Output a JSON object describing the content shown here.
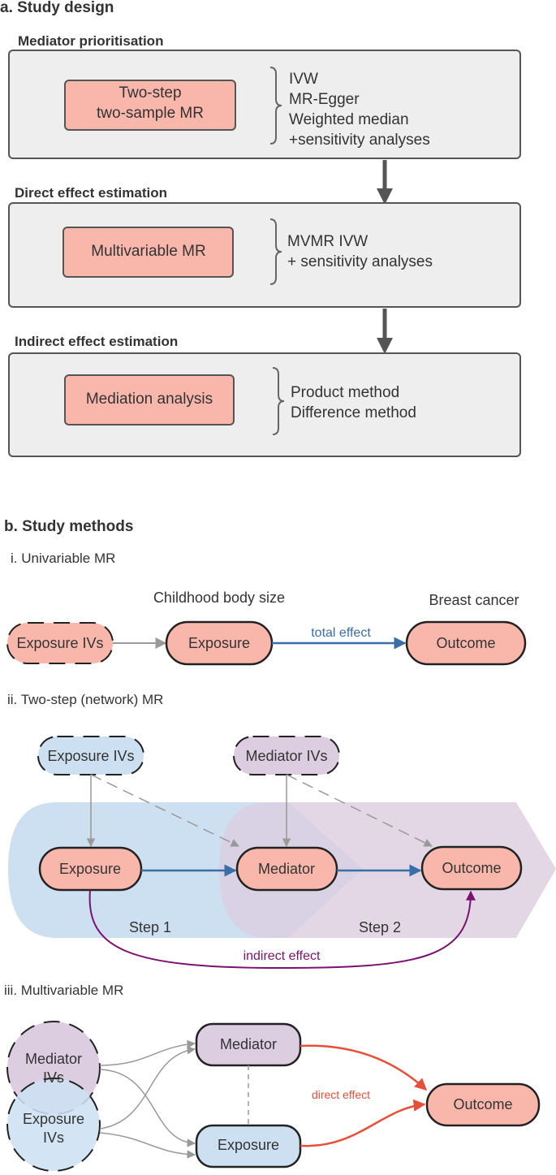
{
  "colors": {
    "salmon": "#f9b7ac",
    "panel": "#eeeeee",
    "blue_light": "#cde0f2",
    "purple_light": "#dccde0",
    "total_effect": "#3a6ea8",
    "indirect_effect": "#7c1170",
    "direct_effect": "#e84f38",
    "grey_arrow": "#999999"
  },
  "section_a": {
    "title": "a. Study design",
    "panels": [
      {
        "heading": "Mediator prioritisation",
        "box_lines": [
          "Two-step",
          "two-sample MR"
        ],
        "methods": [
          "IVW",
          "MR-Egger",
          "Weighted median",
          "+sensitivity analyses"
        ]
      },
      {
        "heading": "Direct effect estimation",
        "box_lines": [
          "Multivariable MR"
        ],
        "methods": [
          "MVMR IVW",
          "+ sensitivity analyses"
        ]
      },
      {
        "heading": "Indirect effect estimation",
        "box_lines": [
          "Mediation analysis"
        ],
        "methods": [
          "Product method",
          "Difference method"
        ]
      }
    ]
  },
  "section_b": {
    "title": "b.  Study methods",
    "univariable": {
      "heading": "i.  Univariable MR",
      "exposure_caption": "Childhood body size",
      "outcome_caption": "Breast cancer",
      "nodes": {
        "ivs": "Exposure IVs",
        "exposure": "Exposure",
        "outcome": "Outcome"
      },
      "edge_label": "total effect"
    },
    "two_step": {
      "heading": "ii. Two-step (network) MR",
      "nodes": {
        "exposure_ivs": "Exposure IVs",
        "mediator_ivs": "Mediator IVs",
        "exposure": "Exposure",
        "mediator": "Mediator",
        "outcome": "Outcome"
      },
      "step1": "Step 1",
      "step2": "Step 2",
      "edge_label": "indirect effect"
    },
    "multivariable": {
      "heading": "iii. Multivariable MR",
      "nodes": {
        "mediator_ivs": [
          "Mediator",
          "IVs"
        ],
        "exposure_ivs": [
          "Exposure",
          "IVs"
        ],
        "mediator": "Mediator",
        "exposure": "Exposure",
        "outcome": "Outcome"
      },
      "edge_label": "direct effect"
    }
  }
}
